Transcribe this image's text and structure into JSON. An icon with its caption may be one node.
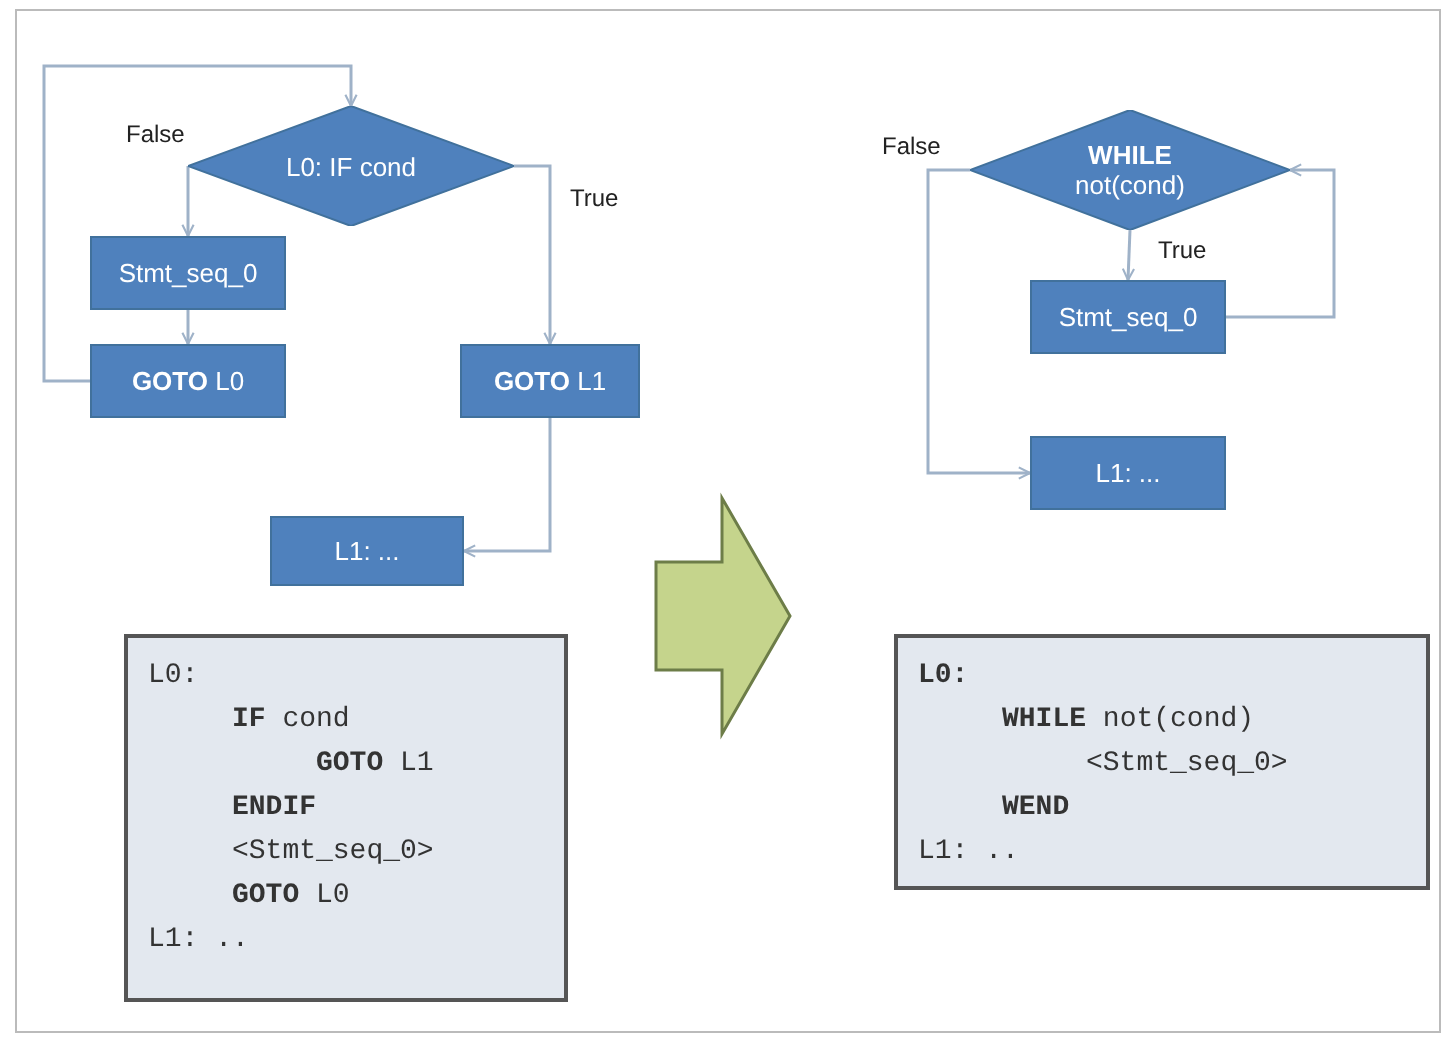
{
  "diagram": {
    "nodes": [
      {
        "text": [
          "L0: IF cond"
        ]
      },
      {
        "text": [
          "Stmt_seq_0"
        ]
      },
      {
        "text": [
          "**GOTO** L0"
        ]
      },
      {
        "text": [
          "**GOTO** L1"
        ]
      },
      {
        "text": [
          "L1: ..."
        ]
      },
      {
        "text": [
          "**WHILE** not(cond)"
        ]
      },
      {
        "text": [
          "Stmt_seq_0"
        ]
      },
      {
        "text": [
          "L1: ..."
        ]
      },
      {
        "text": [
          "L0:",
          "**IF** cond",
          "**GOTO** L1",
          "**ENDIF**",
          "<Stmt_seq_0>",
          "**GOTO** L0",
          "L1: .."
        ]
      },
      {
        "text": [
          "**L0:**",
          "**WHILE** not(cond)",
          "<Stmt_seq_0>",
          "**WEND**",
          "L1: .."
        ]
      }
    ],
    "edges": [
      {
        "from": 0,
        "to": 1,
        "arrow": "to",
        "label": "False"
      },
      {
        "from": 1,
        "to": 2,
        "arrow": "to"
      },
      {
        "from": 2,
        "to": 0,
        "arrow": "to"
      },
      {
        "from": 0,
        "to": 3,
        "arrow": "to",
        "label": "True"
      },
      {
        "from": 3,
        "to": 4,
        "arrow": "to"
      },
      {
        "from": 5,
        "to": 6,
        "arrow": "to",
        "label": "True"
      },
      {
        "from": 6,
        "to": 5,
        "arrow": "to"
      },
      {
        "from": 5,
        "to": 7,
        "arrow": "to",
        "label": "False"
      }
    ]
  }
}
